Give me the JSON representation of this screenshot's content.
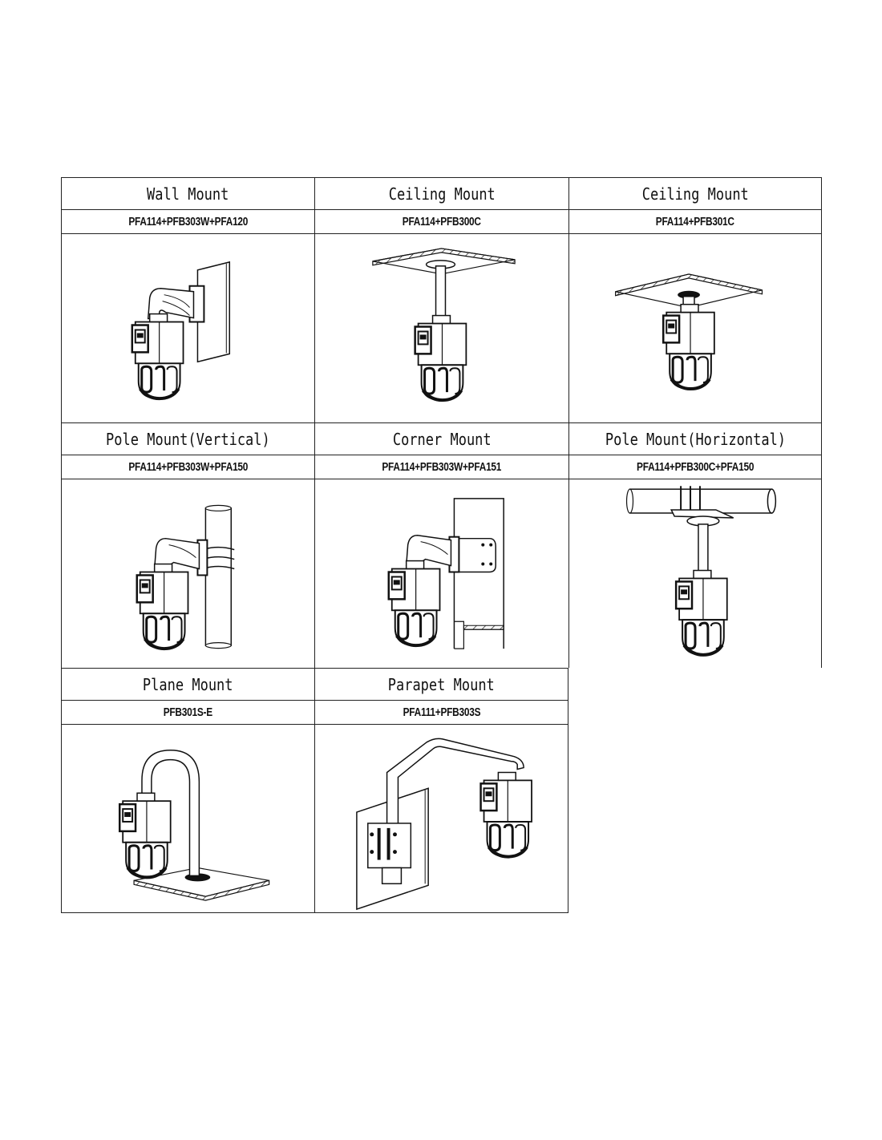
{
  "mounts": [
    {
      "name": "Wall Mount",
      "model": "PFA114+PFB303W+PFA120",
      "illustration": "wall-mount-illustration"
    },
    {
      "name": "Ceiling Mount",
      "model": "PFA114+PFB300C",
      "illustration": "ceiling-mount-pendant-illustration"
    },
    {
      "name": "Ceiling Mount",
      "model": "PFA114+PFB301C",
      "illustration": "ceiling-mount-short-illustration"
    },
    {
      "name": "Pole Mount(Vertical)",
      "model": "PFA114+PFB303W+PFA150",
      "illustration": "pole-mount-vertical-illustration"
    },
    {
      "name": "Corner Mount",
      "model": "PFA114+PFB303W+PFA151",
      "illustration": "corner-mount-illustration"
    },
    {
      "name": "Pole Mount(Horizontal)",
      "model": "PFA114+PFB300C+PFA150",
      "illustration": "pole-mount-horizontal-illustration"
    },
    {
      "name": "Plane Mount",
      "model": "PFB301S-E",
      "illustration": "plane-mount-illustration"
    },
    {
      "name": "Parapet Mount",
      "model": "PFA111+PFB303S",
      "illustration": "parapet-mount-illustration"
    }
  ]
}
